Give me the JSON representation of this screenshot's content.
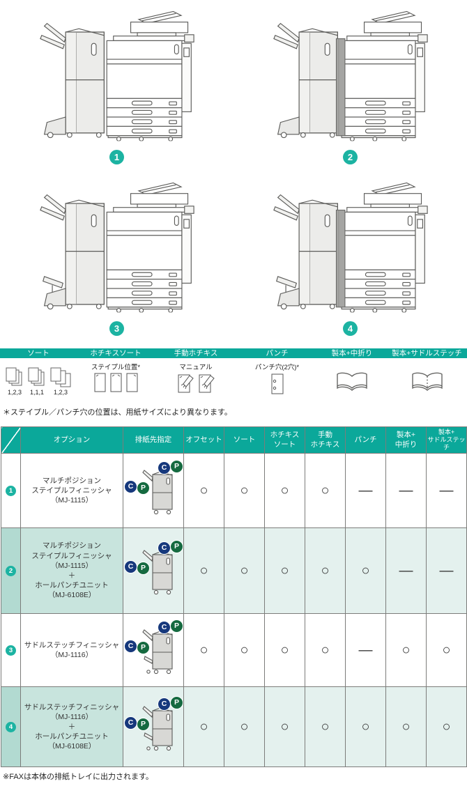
{
  "colors": {
    "accent_teal": "#0ba89a",
    "badge_teal": "#1cb3a2",
    "c_badge_blue": "#16387c",
    "p_badge_green": "#156a40",
    "row_tint": "#e4f1ee",
    "option_cell_tint": "#c8e4dd",
    "number_cell_tint": "#b2dad1"
  },
  "figures": [
    {
      "number": "1"
    },
    {
      "number": "2"
    },
    {
      "number": "3"
    },
    {
      "number": "4"
    }
  ],
  "legend": {
    "items": [
      {
        "label": "ソート"
      },
      {
        "label": "ホチキスソート",
        "caption": "ステイプル位置*"
      },
      {
        "label": "手動ホチキス",
        "caption": "マニュアル"
      },
      {
        "label": "パンチ",
        "caption": "パンチ穴(2穴)*"
      },
      {
        "label": "製本+中折り"
      },
      {
        "label": "製本+サドルステッチ"
      }
    ],
    "sort_captions": [
      "1,2,3",
      "1,1,1",
      "1,2,3"
    ]
  },
  "notes": {
    "staple_note": "＊ステイプル／パンチ穴の位置は、用紙サイズにより異なります。",
    "fax_note": "※FAXは本体の排紙トレイに出力されます。"
  },
  "table": {
    "headers": [
      "オプション",
      "排紙先指定",
      "オフセット",
      "ソート",
      "ホチキス\nソート",
      "手動\nホチキス",
      "パンチ",
      "製本+\n中折り",
      "製本+\nサドルステッチ"
    ],
    "badges": {
      "c": "C",
      "p": "P"
    },
    "rows": [
      {
        "number": "1",
        "option": "マルチポジション\nステイプルフィニッシャ\n（MJ-1115）",
        "marks": [
          "○",
          "○",
          "○",
          "○",
          "—",
          "—",
          "—"
        ]
      },
      {
        "number": "2",
        "option": "マルチポジション\nステイプルフィニッシャ\n（MJ-1115）\n＋\nホールパンチユニット\n（MJ-6108E）",
        "marks": [
          "○",
          "○",
          "○",
          "○",
          "○",
          "—",
          "—"
        ]
      },
      {
        "number": "3",
        "option": "サドルステッチフィニッシャ\n（MJ-1116）",
        "marks": [
          "○",
          "○",
          "○",
          "○",
          "—",
          "○",
          "○"
        ]
      },
      {
        "number": "4",
        "option": "サドルステッチフィニッシャ\n（MJ-1116）\n＋\nホールパンチユニット\n（MJ-6108E）",
        "marks": [
          "○",
          "○",
          "○",
          "○",
          "○",
          "○",
          "○"
        ]
      }
    ]
  }
}
